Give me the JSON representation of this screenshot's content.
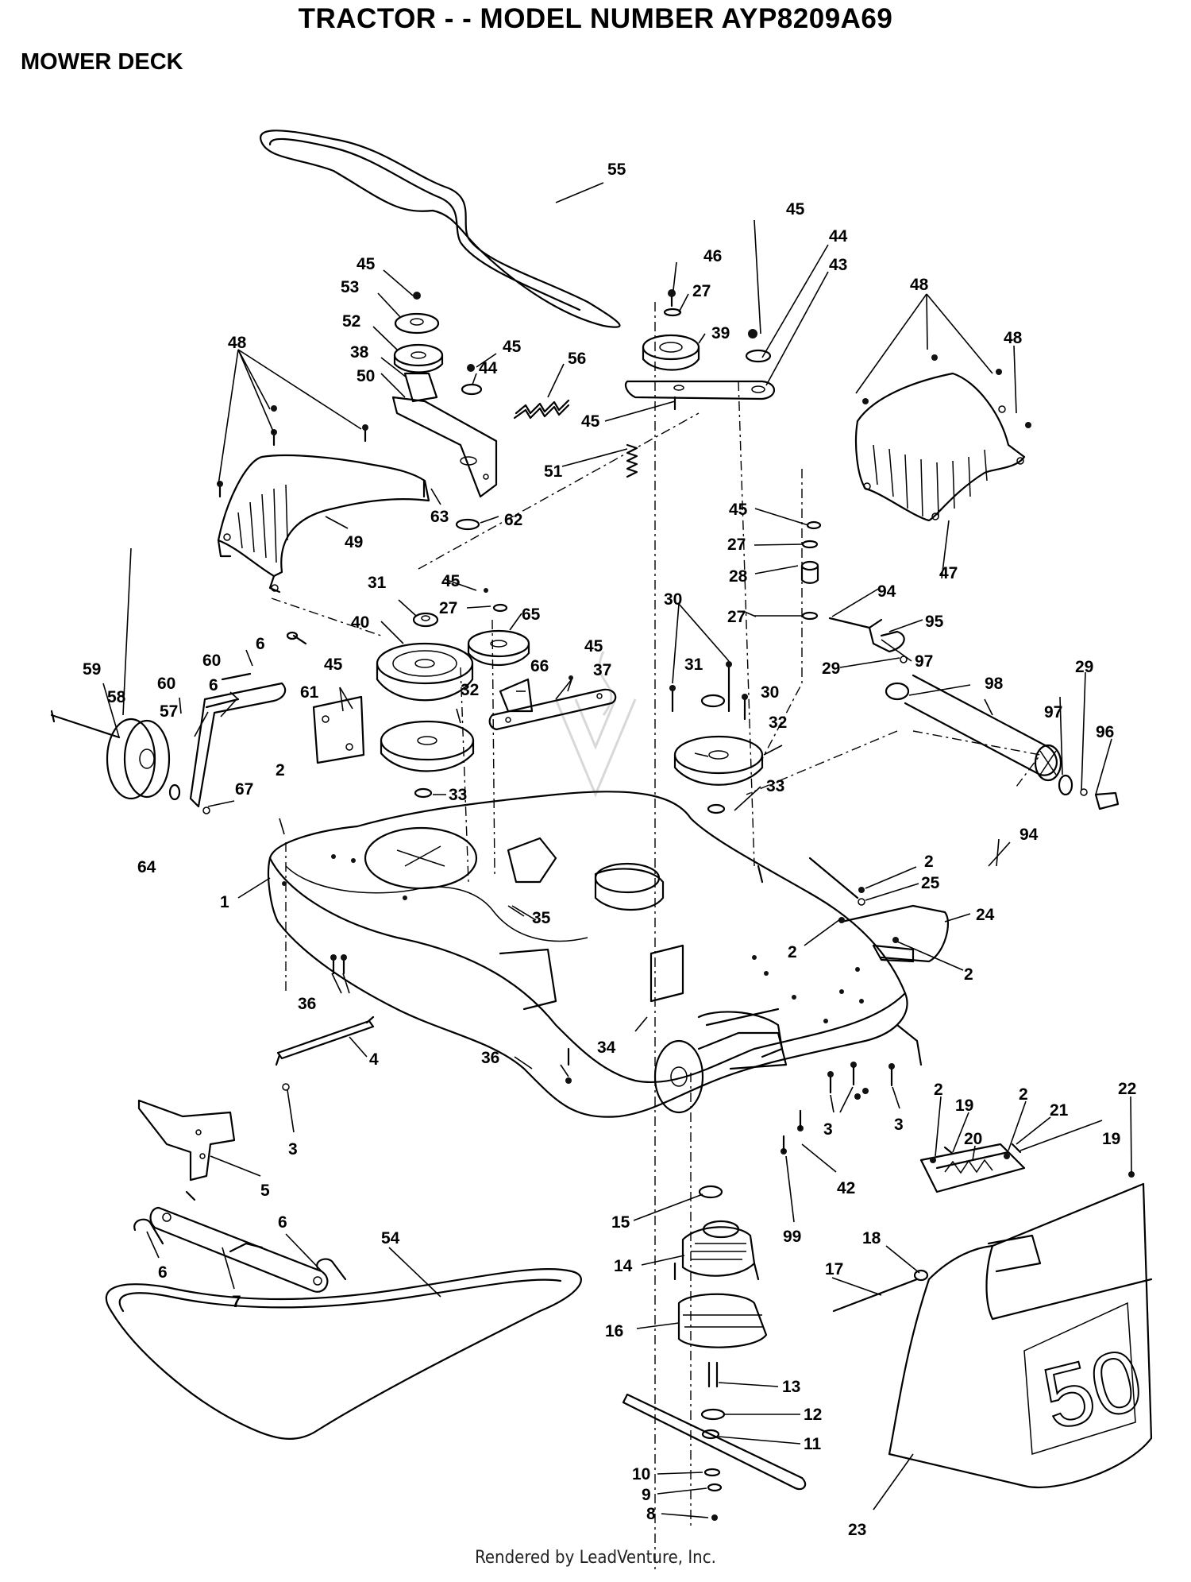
{
  "header": {
    "title": "TRACTOR - - MODEL NUMBER AYP8209A69",
    "section": "MOWER DECK"
  },
  "footer": {
    "credit": "Rendered by LeadVenture, Inc."
  },
  "diagram": {
    "callouts": [
      {
        "id": "c55",
        "number": "55"
      },
      {
        "id": "c45a",
        "number": "45"
      },
      {
        "id": "c44a",
        "number": "44"
      },
      {
        "id": "c43",
        "number": "43"
      },
      {
        "id": "c46",
        "number": "46"
      },
      {
        "id": "c27a",
        "number": "27"
      },
      {
        "id": "c39",
        "number": "39"
      },
      {
        "id": "c48a",
        "number": "48"
      },
      {
        "id": "c48b",
        "number": "48"
      },
      {
        "id": "c45b",
        "number": "45"
      },
      {
        "id": "c53",
        "number": "53"
      },
      {
        "id": "c52",
        "number": "52"
      },
      {
        "id": "c38",
        "number": "38"
      },
      {
        "id": "c45c",
        "number": "45"
      },
      {
        "id": "c44b",
        "number": "44"
      },
      {
        "id": "c56",
        "number": "56"
      },
      {
        "id": "c50",
        "number": "50"
      },
      {
        "id": "c45d",
        "number": "45"
      },
      {
        "id": "c48c",
        "number": "48"
      },
      {
        "id": "c51",
        "number": "51"
      },
      {
        "id": "c63",
        "number": "63"
      },
      {
        "id": "c62",
        "number": "62"
      },
      {
        "id": "c49",
        "number": "49"
      },
      {
        "id": "c45e",
        "number": "45"
      },
      {
        "id": "c27b",
        "number": "27"
      },
      {
        "id": "c28",
        "number": "28"
      },
      {
        "id": "c47",
        "number": "47"
      },
      {
        "id": "c31a",
        "number": "31"
      },
      {
        "id": "c45f",
        "number": "45"
      },
      {
        "id": "c27c",
        "number": "27"
      },
      {
        "id": "c65",
        "number": "65"
      },
      {
        "id": "c40",
        "number": "40"
      },
      {
        "id": "c30a",
        "number": "30"
      },
      {
        "id": "c27d",
        "number": "27"
      },
      {
        "id": "c94a",
        "number": "94"
      },
      {
        "id": "c95",
        "number": "95"
      },
      {
        "id": "c97a",
        "number": "97"
      },
      {
        "id": "c98",
        "number": "98"
      },
      {
        "id": "c29a",
        "number": "29"
      },
      {
        "id": "c29b",
        "number": "29"
      },
      {
        "id": "c59",
        "number": "59"
      },
      {
        "id": "c60a",
        "number": "60"
      },
      {
        "id": "c6a",
        "number": "6"
      },
      {
        "id": "c58",
        "number": "58"
      },
      {
        "id": "c60b",
        "number": "60"
      },
      {
        "id": "c6b",
        "number": "6"
      },
      {
        "id": "c57",
        "number": "57"
      },
      {
        "id": "c45g",
        "number": "45"
      },
      {
        "id": "c61",
        "number": "61"
      },
      {
        "id": "c66",
        "number": "66"
      },
      {
        "id": "c45h",
        "number": "45"
      },
      {
        "id": "c37",
        "number": "37"
      },
      {
        "id": "c32a",
        "number": "32"
      },
      {
        "id": "c31b",
        "number": "31"
      },
      {
        "id": "c30b",
        "number": "30"
      },
      {
        "id": "c32b",
        "number": "32"
      },
      {
        "id": "c97b",
        "number": "97"
      },
      {
        "id": "c96",
        "number": "96"
      },
      {
        "id": "c33a",
        "number": "33"
      },
      {
        "id": "c33b",
        "number": "33"
      },
      {
        "id": "c2a",
        "number": "2"
      },
      {
        "id": "c67",
        "number": "67"
      },
      {
        "id": "c64",
        "number": "64"
      },
      {
        "id": "c94b",
        "number": "94"
      },
      {
        "id": "c1",
        "number": "1"
      },
      {
        "id": "c2b",
        "number": "2"
      },
      {
        "id": "c25",
        "number": "25"
      },
      {
        "id": "c35",
        "number": "35"
      },
      {
        "id": "c24",
        "number": "24"
      },
      {
        "id": "c2c",
        "number": "2"
      },
      {
        "id": "c2d",
        "number": "2"
      },
      {
        "id": "c36a",
        "number": "36"
      },
      {
        "id": "c4",
        "number": "4"
      },
      {
        "id": "c34",
        "number": "34"
      },
      {
        "id": "c36b",
        "number": "36"
      },
      {
        "id": "c3a",
        "number": "3"
      },
      {
        "id": "c3b",
        "number": "3"
      },
      {
        "id": "c3c",
        "number": "3"
      },
      {
        "id": "c2e",
        "number": "2"
      },
      {
        "id": "c19a",
        "number": "19"
      },
      {
        "id": "c2f",
        "number": "2"
      },
      {
        "id": "c21",
        "number": "21"
      },
      {
        "id": "c22",
        "number": "22"
      },
      {
        "id": "c20",
        "number": "20"
      },
      {
        "id": "c19b",
        "number": "19"
      },
      {
        "id": "c5",
        "number": "5"
      },
      {
        "id": "c42",
        "number": "42"
      },
      {
        "id": "c15",
        "number": "15"
      },
      {
        "id": "c99",
        "number": "99"
      },
      {
        "id": "c6c",
        "number": "6"
      },
      {
        "id": "c18",
        "number": "18"
      },
      {
        "id": "c6d",
        "number": "6"
      },
      {
        "id": "c14",
        "number": "14"
      },
      {
        "id": "c17",
        "number": "17"
      },
      {
        "id": "c7",
        "number": "7"
      },
      {
        "id": "c54",
        "number": "54"
      },
      {
        "id": "c16",
        "number": "16"
      },
      {
        "id": "c13",
        "number": "13"
      },
      {
        "id": "c12",
        "number": "12"
      },
      {
        "id": "c11",
        "number": "11"
      },
      {
        "id": "c10",
        "number": "10"
      },
      {
        "id": "c9",
        "number": "9"
      },
      {
        "id": "c8",
        "number": "8"
      },
      {
        "id": "c23",
        "number": "23"
      }
    ],
    "shield_marking": "50"
  }
}
